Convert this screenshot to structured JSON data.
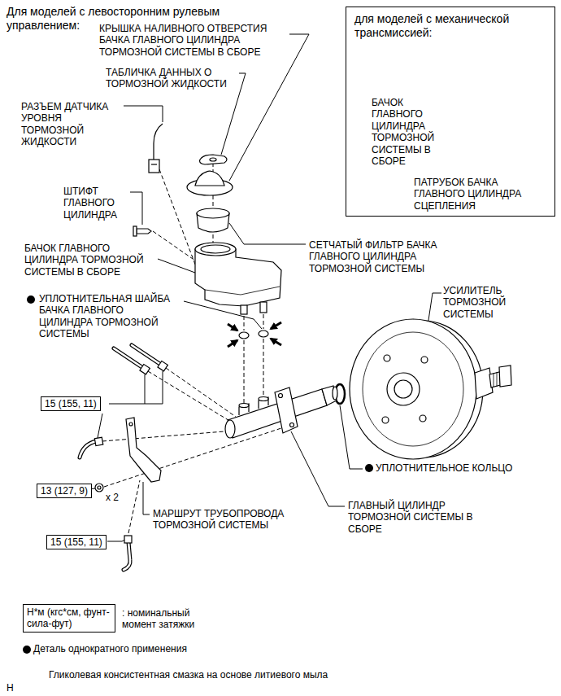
{
  "diagram": {
    "title": "Для моделей с левосторонним рулевым управлением:",
    "nodes": [
      {
        "text": [
          "для моделей с механической трансмиссией:",
          "БАЧОК ГЛАВНОГО ЦИЛИНДРА ТОРМОЗНОЙ СИСТЕМЫ В СБОРЕ",
          "ПАТРУБОК БАЧКА ГЛАВНОГО ЦИЛИНДРА СЦЕПЛЕНИЯ"
        ]
      },
      {
        "text": [
          "15 (155, 11)"
        ]
      },
      {
        "text": [
          "13 (127, 9)"
        ]
      },
      {
        "text": [
          "15 (155, 11)"
        ]
      },
      {
        "text": [
          "Н*м (кгс*см, фунт-сила-фут)"
        ]
      }
    ],
    "labels": [
      "КРЫШКА НАЛИВНОГО ОТВЕРСТИЯ БАЧКА ГЛАВНОГО ЦИЛИНДРА ТОРМОЗНОЙ СИСТЕМЫ В СБОРЕ",
      "ТАБЛИЧКА ДАННЫХ О ТОРМОЗНОЙ ЖИДКОСТИ",
      "РАЗЪЕМ ДАТЧИКА УРОВНЯ ТОРМОЗНОЙ ЖИДКОСТИ",
      "ШТИФТ ГЛАВНОГО ЦИЛИНДРА",
      "БАЧОК ГЛАВНОГО ЦИЛИНДРА ТОРМОЗНОЙ СИСТЕМЫ В СБОРЕ",
      "СЕТЧАТЫЙ ФИЛЬТР БАЧКА ГЛАВНОГО ЦИЛИНДРА ТОРМОЗНОЙ СИСТЕМЫ",
      "УПЛОТНИТЕЛЬНАЯ ШАЙБА БАЧКА ГЛАВНОГО ЦИЛИНДРА ТОРМОЗНОЙ СИСТЕМЫ",
      "УСИЛИТЕЛЬ ТОРМОЗНОЙ СИСТЕМЫ",
      "УПЛОТНИТЕЛЬНОЕ КОЛЬЦО",
      "x 2",
      "МАРШРУТ ТРУБОПРОВОДА ТОРМОЗНОЙ СИСТЕМЫ",
      "ГЛАВНЫЙ ЦИЛИНДР ТОРМОЗНОЙ СИСТЕМЫ В СБОРЕ",
      "Гликолевая консистентная смазка на основе литиевого мыла",
      "H"
    ],
    "legend": [
      {
        "text": ": номинальный момент затяжки"
      },
      {
        "text": "Деталь однократного применения",
        "color": "#000000"
      }
    ]
  }
}
